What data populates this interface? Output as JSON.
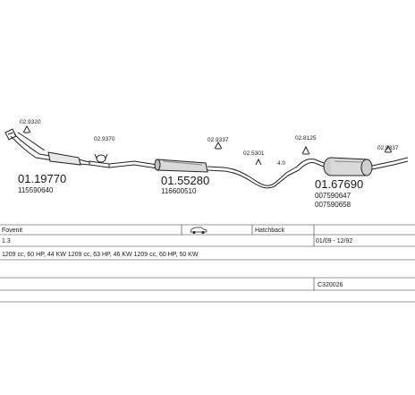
{
  "parts": {
    "front_pipe": {
      "number": "01.19770",
      "ref": "115590640"
    },
    "middle_silencer": {
      "number": "01.55280",
      "ref": "116600510"
    },
    "rear_silencer": {
      "number": "01.67690",
      "refs": [
        "007590647",
        "007590658"
      ]
    }
  },
  "clips": {
    "clip_a": "02.9320",
    "clip_b": "02.9370",
    "clip_c": "02.9337",
    "clip_d": "02.5301",
    "clip_e": "02.8125",
    "clip_f": "02.9337"
  },
  "small_label": "4.0",
  "table": {
    "model": "Fovenit",
    "body": "Hatchback",
    "engine": "1.3",
    "years": "01/09 - 12/92",
    "power": "1209 cc, 60 HP, 44 KW 1209 cc, 63 HP, 46 KW 1209 cc, 60 HP, 50 KW",
    "code": "C320026"
  },
  "icons": {
    "vehicle": "car-side-icon"
  }
}
